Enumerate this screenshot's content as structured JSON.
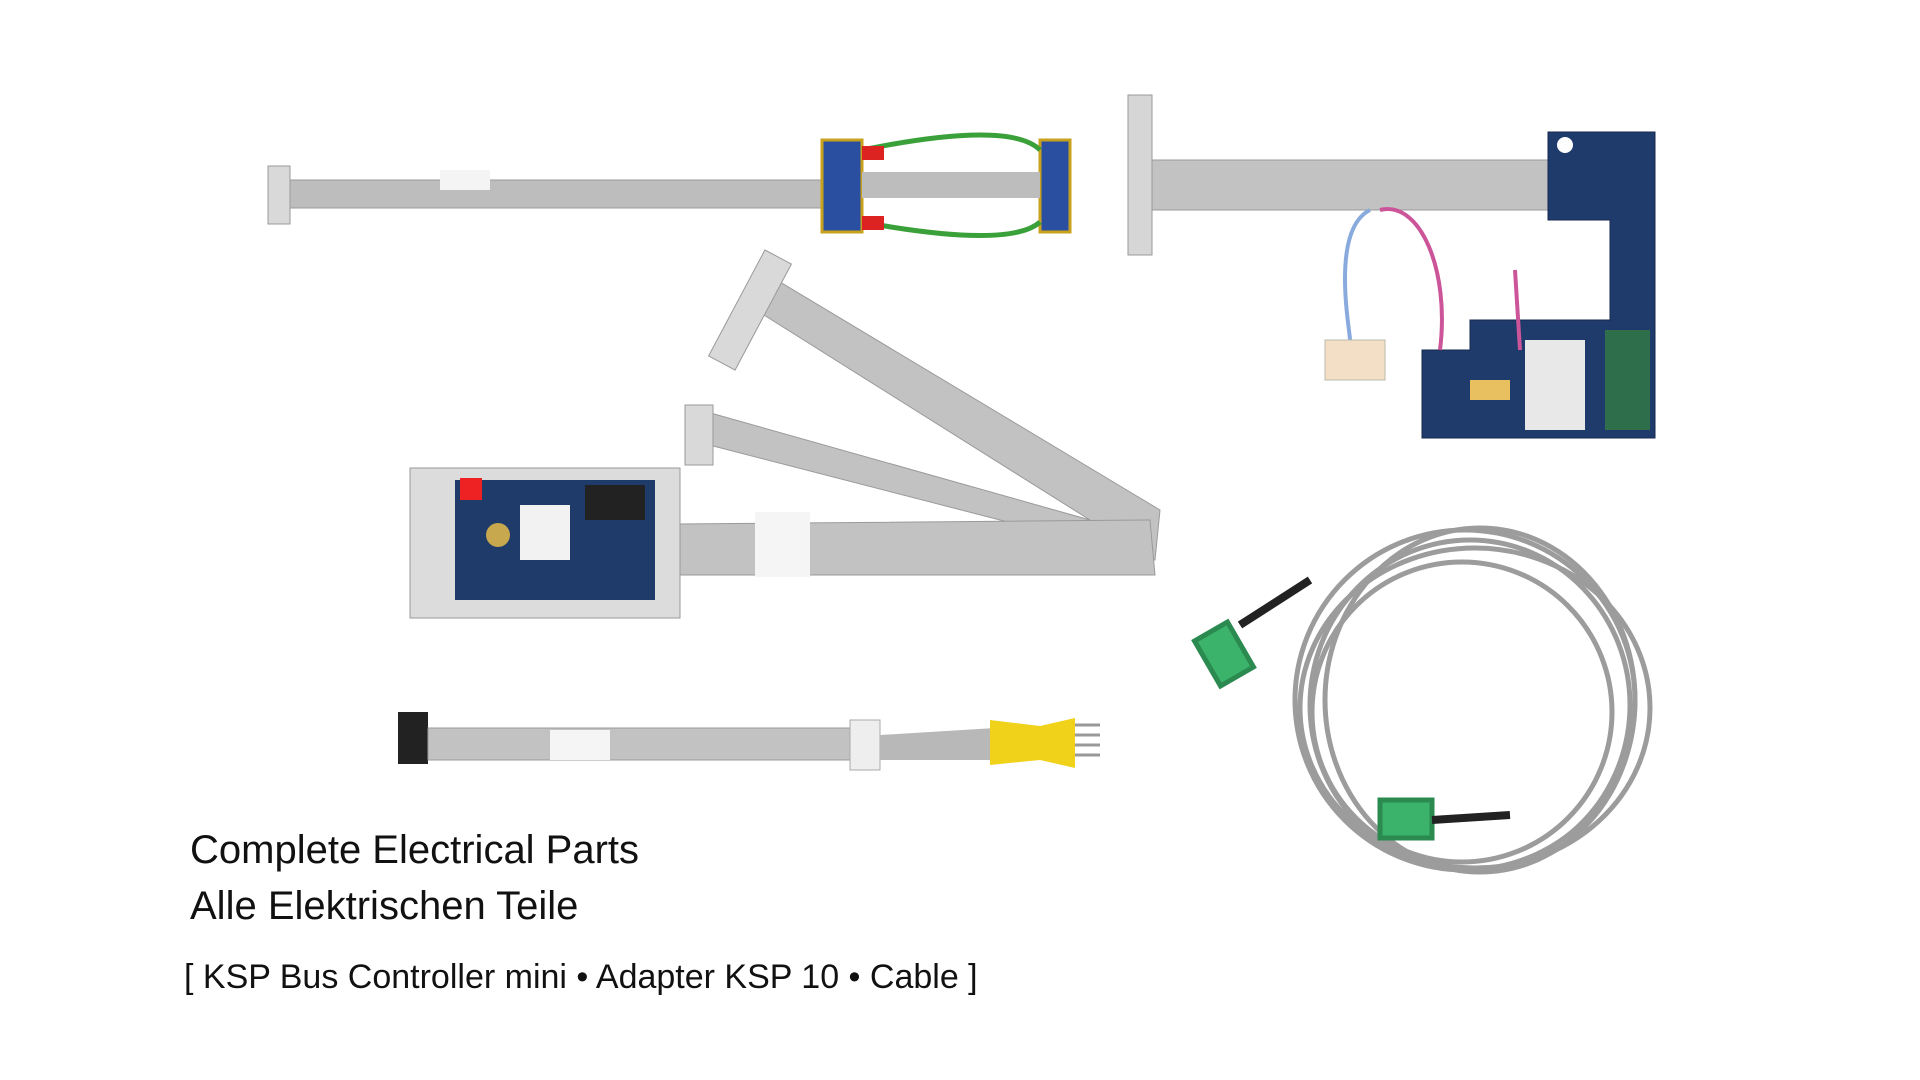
{
  "caption": {
    "line1": "Complete Electrical Parts",
    "line2": "Alle Elektrischen Teile",
    "line3": "[ KSP Bus Controller mini • Adapter KSP 10 • Cable ]"
  },
  "colors": {
    "ribbon": "#bdbdbd",
    "pcb_blue": "#1f3b6a",
    "pcb_green": "#2e6e4a",
    "connector_green": "#3bb36a",
    "sleeve_yellow": "#f0d21a"
  }
}
